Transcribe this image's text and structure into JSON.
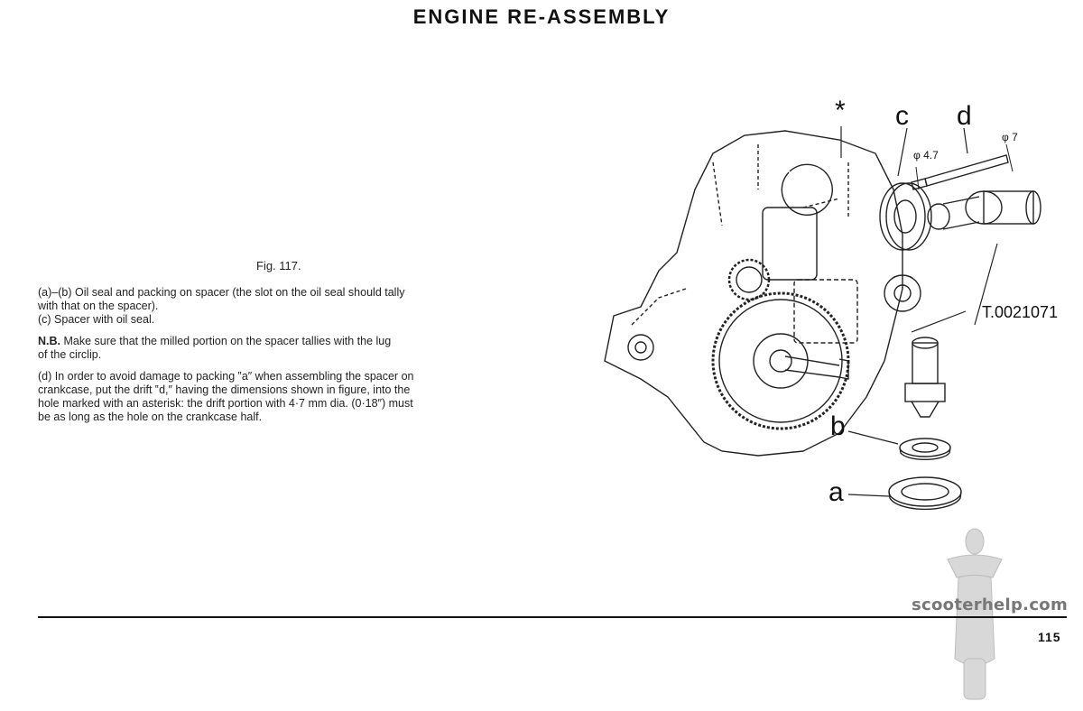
{
  "page": {
    "title": "ENGINE  RE-ASSEMBLY",
    "page_number": "115",
    "watermark": "scooterhelp.com"
  },
  "figure": {
    "caption": "Fig. 117.",
    "labels": {
      "asterisk": "*",
      "c": "c",
      "d": "d",
      "dia_small": "φ 4.7",
      "dia_large": "φ 7",
      "tool": "T.0021071",
      "b": "b",
      "a": "a"
    }
  },
  "text": {
    "para_ab": [
      "(a)–(b) Oil seal and packing on spacer (the slot on the oil seal should tally",
      "with that on the spacer)."
    ],
    "para_c": "(c) Spacer with oil seal.",
    "nb_label": "N.B.",
    "nb_lines": [
      " Make sure that the milled portion on the spacer tallies with the lug",
      "of the circlip."
    ],
    "para_d": [
      "(d) In order to avoid damage to packing ‟a″ when assembling the spacer on",
      "crankcase, put the drift ‟d,″ having the dimensions shown in figure, into the",
      "hole marked with an asterisk: the drift portion with 4·7 mm dia. (0·18″) must",
      "be as long as the hole on the crankcase half."
    ]
  }
}
